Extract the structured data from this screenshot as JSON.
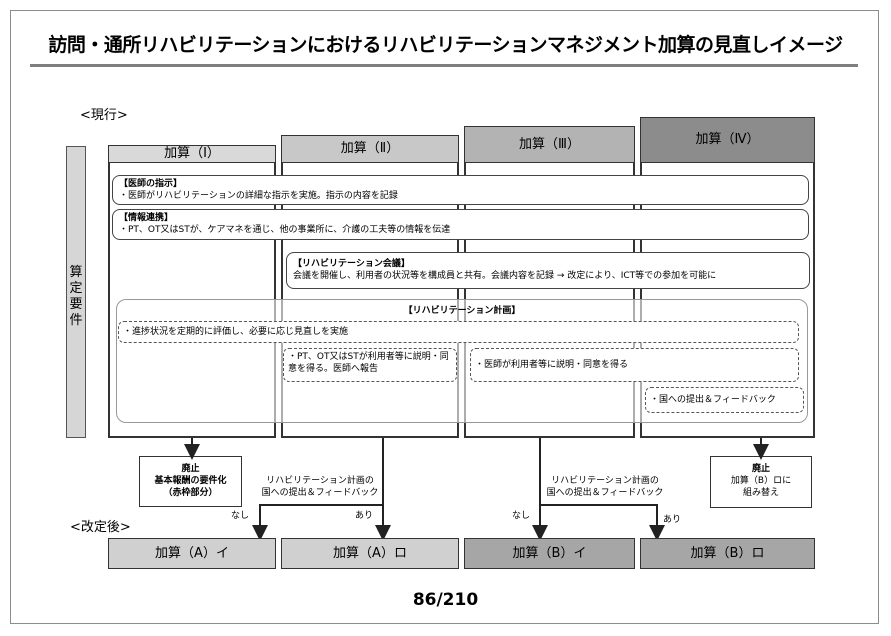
{
  "title": "訪問・通所リハビリテーションにおけるリハビリテーションマネジメント加算の見直しイメージ",
  "current_label": "<現行>",
  "after_label": "<改定後>",
  "side_label": "算定要件",
  "columns": [
    {
      "label": "加算（Ⅰ）",
      "color": "#d9d9d9"
    },
    {
      "label": "加算（Ⅱ）",
      "color": "#c8c8c8"
    },
    {
      "label": "加算（Ⅲ）",
      "color": "#b3b3b3"
    },
    {
      "label": "加算（Ⅳ）",
      "color": "#8c8c8c"
    }
  ],
  "requirements": {
    "doctor_title": "【医師の指示】",
    "doctor_text": "・医師がリハビリテーションの詳細な指示を実施。指示の内容を記録",
    "info_title": "【情報連携】",
    "info_text": "・PT、OT又はSTが、ケアマネを通じ、他の事業所に、介護の工夫等の情報を伝達",
    "meeting_title": "【リハビリテーション会議】",
    "meeting_text": "会議を開催し、利用者の状況等を構成員と共有。会議内容を記録 → 改定により、ICT等での参加を可能に",
    "plan_title": "【リハビリテーション計画】",
    "plan_review": "・進捗状況を定期的に評価し、必要に応じ見直しを実施",
    "plan_pt": "・PT、OT又はSTが利用者等に説明・同意を得る。医師へ報告",
    "plan_doctor": "・医師が利用者等に説明・同意を得る",
    "plan_feedback": "・国への提出＆フィードバック"
  },
  "abolish_left": {
    "title": "廃止",
    "line1": "基本報酬の要件化",
    "line2": "（赤枠部分）"
  },
  "abolish_right": {
    "title": "廃止",
    "line1": "加算（B）ロに",
    "line2": "組み替え"
  },
  "branch_note_1": {
    "line1": "リハビリテーション計画の",
    "line2": "国への提出＆フィードバック"
  },
  "branch_note_2": {
    "line1": "リハビリテーション計画の",
    "line2": "国への提出＆フィードバック"
  },
  "branch_labels": {
    "no1": "なし",
    "yes1": "あり",
    "no2": "なし",
    "yes2": "あり"
  },
  "after_items": [
    {
      "label": "加算（A）イ",
      "color": "#d0d0d0"
    },
    {
      "label": "加算（A）ロ",
      "color": "#d0d0d0"
    },
    {
      "label": "加算（B）イ",
      "color": "#a6a6a6"
    },
    {
      "label": "加算（B）ロ",
      "color": "#a6a6a6"
    }
  ],
  "page_number": "86/210"
}
